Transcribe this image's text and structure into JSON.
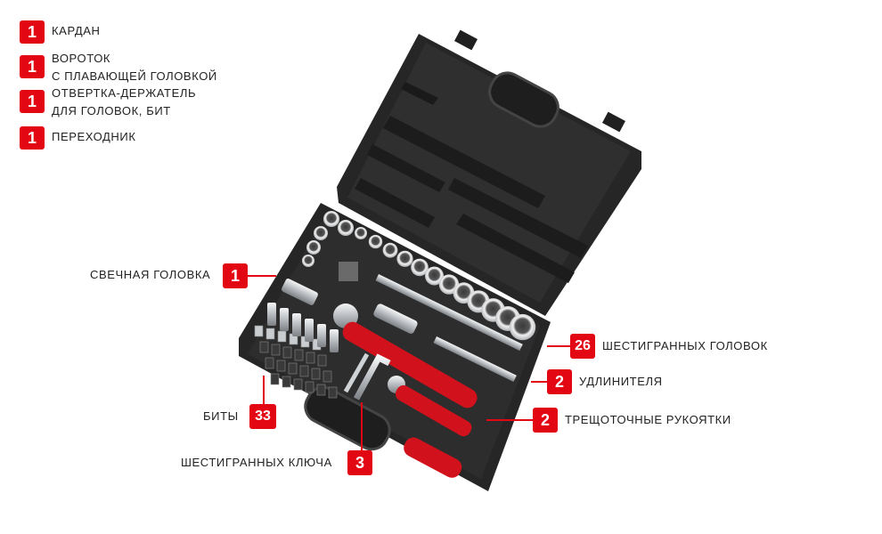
{
  "legend": [
    {
      "count": "1",
      "lines": [
        "КАРДАН"
      ]
    },
    {
      "count": "1",
      "lines": [
        "ВОРОТОК",
        "С ПЛАВАЮЩЕЙ ГОЛОВКОЙ"
      ]
    },
    {
      "count": "1",
      "lines": [
        "ОТВЕРТКА-ДЕРЖАТЕЛЬ",
        "ДЛЯ ГОЛОВОК, БИТ"
      ]
    },
    {
      "count": "1",
      "lines": [
        "ПЕРЕХОДНИК"
      ]
    }
  ],
  "callouts": {
    "spark_plug": {
      "count": "1",
      "label": "СВЕЧНАЯ ГОЛОВКА"
    },
    "hex_sockets": {
      "count": "26",
      "label": "ШЕСТИГРАННЫХ ГОЛОВОК"
    },
    "extensions": {
      "count": "2",
      "label": "УДЛИНИТЕЛЯ"
    },
    "ratchets": {
      "count": "2",
      "label": "ТРЕЩОТОЧНЫЕ РУКОЯТКИ"
    },
    "bits": {
      "count": "33",
      "label": "БИТЫ"
    },
    "hex_keys": {
      "count": "3",
      "label": "ШЕСТИГРАННЫХ КЛЮЧА"
    }
  },
  "colors": {
    "accent": "#e30613",
    "case": "#2a2a2a",
    "case_dark": "#151515",
    "chrome": "#cfd3d6"
  }
}
